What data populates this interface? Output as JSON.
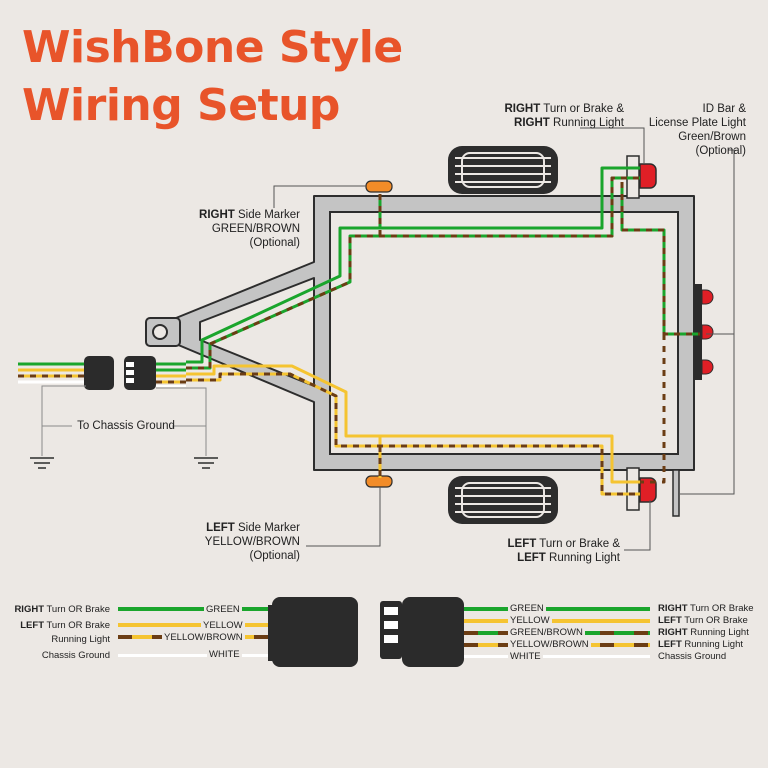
{
  "title": {
    "line1": "WishBone Style",
    "line2": "Wiring Setup"
  },
  "colors": {
    "accent": "#e8542a",
    "green": "#1aa52c",
    "yellow": "#f5c431",
    "brown": "#6b3d14",
    "white": "#ffffff",
    "frame": "#c4c4c4",
    "marker_amber": "#f28c28",
    "light_red": "#e01f26",
    "plug": "#2b2b2b"
  },
  "labels": {
    "right_marker": {
      "b": "RIGHT",
      "t": " Side Marker",
      "l2": "GREEN/BROWN",
      "l3": "(Optional)"
    },
    "left_marker": {
      "b": "LEFT",
      "t": " Side Marker",
      "l2": "YELLOW/BROWN",
      "l3": "(Optional)"
    },
    "right_turn": {
      "b1": "RIGHT",
      "t1": " Turn or Brake &",
      "b2": "RIGHT",
      "t2": " Running Light"
    },
    "left_turn": {
      "b1": "LEFT",
      "t1": " Turn or Brake &",
      "b2": "LEFT",
      "t2": " Running Light"
    },
    "id_bar": {
      "l1": "ID Bar &",
      "l2": "License Plate Light",
      "l3": "Green/Brown",
      "l4": "(Optional)"
    },
    "chassis": "To Chassis Ground"
  },
  "legend": {
    "left": [
      {
        "b": "RIGHT",
        "t": " Turn OR Brake",
        "wire": "GREEN"
      },
      {
        "b": "LEFT",
        "t": " Turn OR Brake",
        "wire": "YELLOW"
      },
      {
        "b": "",
        "t": "Running Light",
        "wire": "YELLOW/BROWN"
      },
      {
        "b": "",
        "t": "Chassis Ground",
        "wire": "WHITE"
      }
    ],
    "right": [
      {
        "wire": "GREEN",
        "b": "RIGHT",
        "t": " Turn OR Brake"
      },
      {
        "wire": "YELLOW",
        "b": "LEFT",
        "t": " Turn OR Brake"
      },
      {
        "wire": "GREEN/BROWN",
        "b": "RIGHT",
        "t": " Running Light"
      },
      {
        "wire": "YELLOW/BROWN",
        "b": "LEFT",
        "t": " Running Light"
      },
      {
        "wire": "WHITE",
        "b": "",
        "t": "Chassis Ground"
      }
    ]
  }
}
